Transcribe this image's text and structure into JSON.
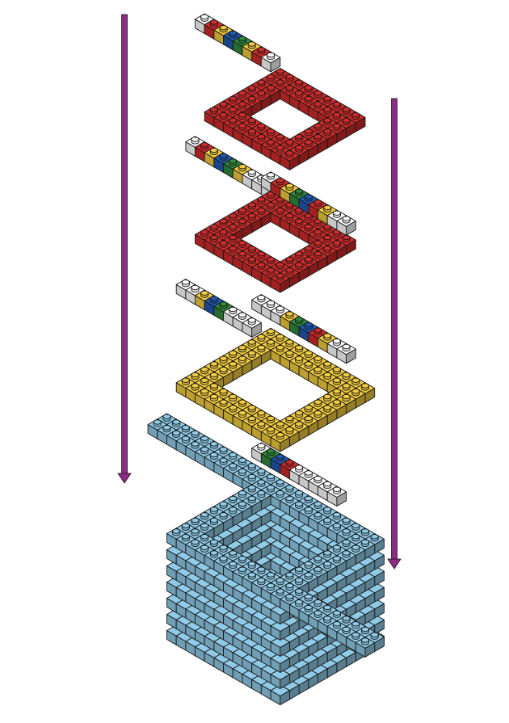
{
  "figure": {
    "kind": "isometric LEGO brick assembly diagram",
    "stroke_color": "#1a1a1a",
    "arrow_color": "#8e2b84",
    "palette": {
      "red": "#d42a2a",
      "yellow": "#f2cc3e",
      "blue": "#2059b5",
      "green": "#2e8a3c",
      "white": "#ffffff",
      "light_blue": "#8fcbe8"
    },
    "layers": [
      {
        "name": "top-red-layer",
        "brick_color": "red",
        "strip_colors": [
          "white",
          "red",
          "yellow",
          "blue",
          "green",
          "yellow",
          "red",
          "white"
        ]
      },
      {
        "name": "middle-red-layer",
        "brick_color": "red",
        "strip_colors": [
          "white",
          "red",
          "yellow",
          "blue",
          "green",
          "yellow",
          "white",
          "white"
        ]
      },
      {
        "name": "yellow-layer",
        "brick_color": "yellow",
        "strip_colors": [
          "white",
          "white",
          "yellow",
          "blue",
          "green",
          "white"
        ]
      },
      {
        "name": "base-assembly",
        "brick_color": "light_blue"
      }
    ],
    "arrows": [
      {
        "name": "left-placement-arrow"
      },
      {
        "name": "right-placement-arrow"
      }
    ]
  }
}
